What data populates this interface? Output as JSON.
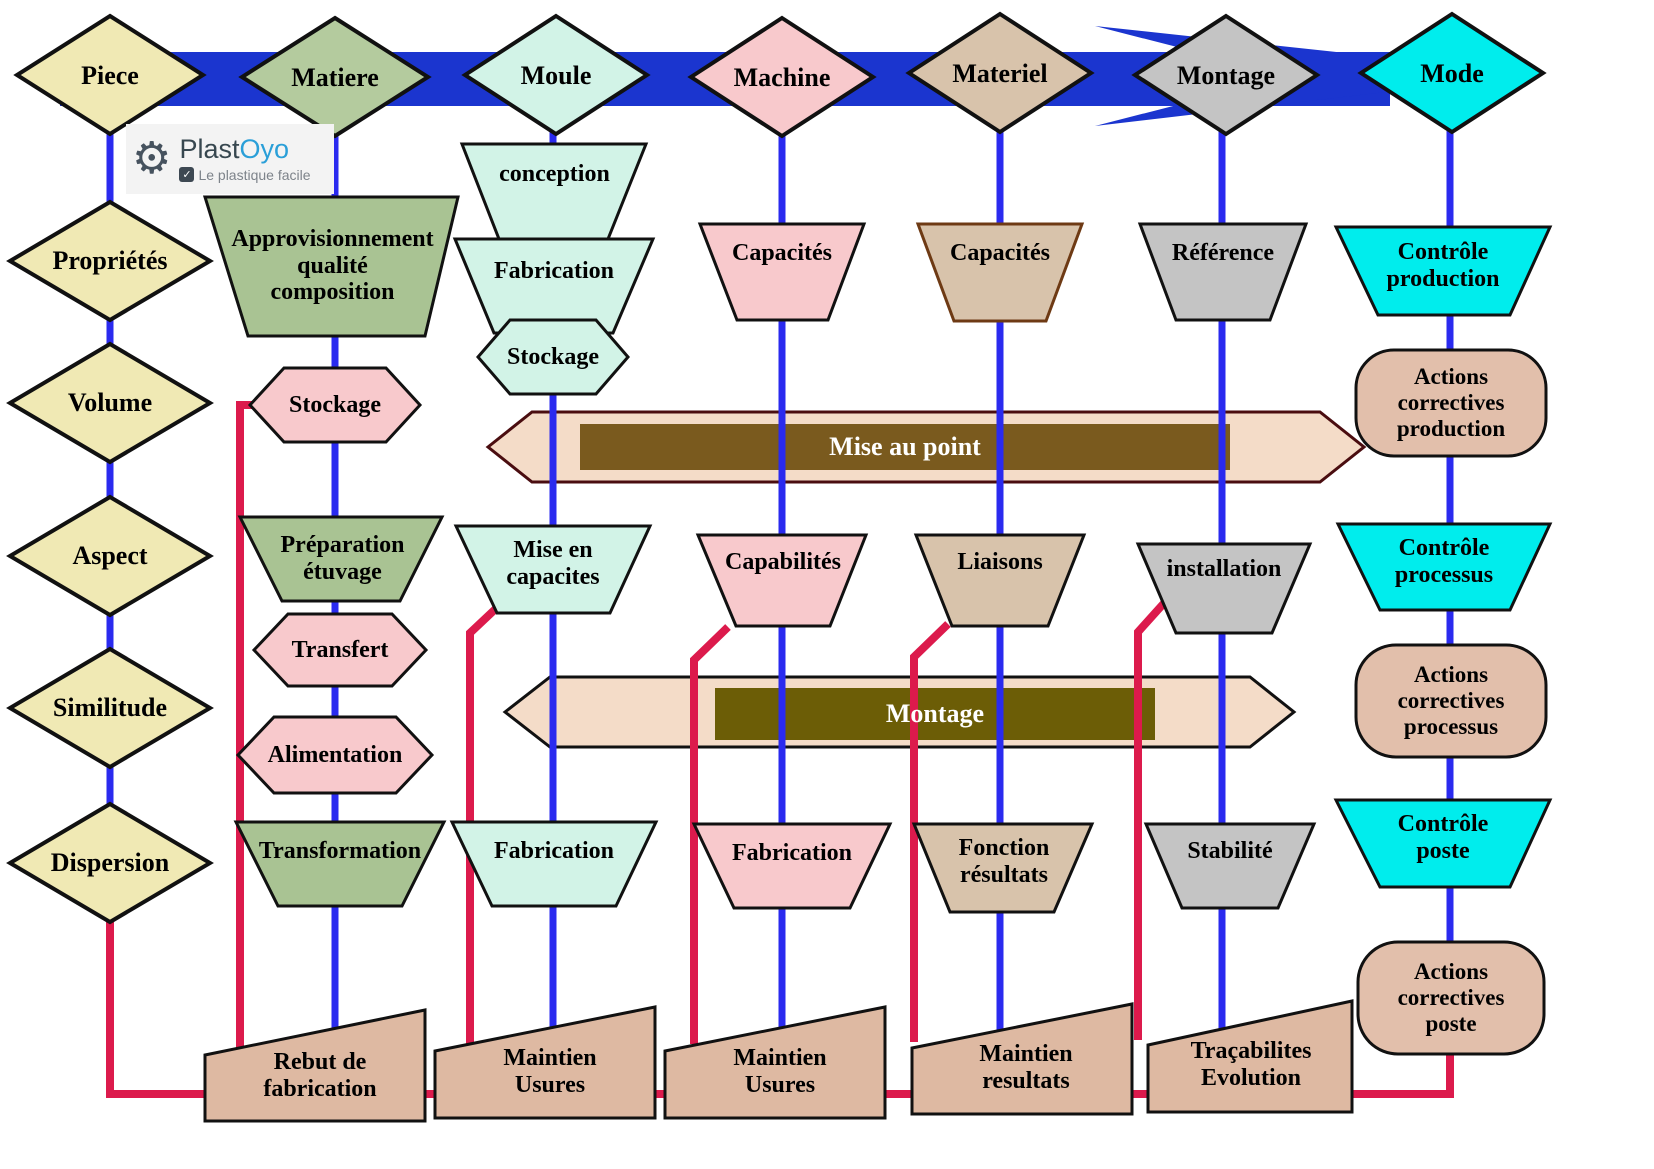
{
  "palette": {
    "arrow_blue": "#1b35cf",
    "line_blue": "#2a2aef",
    "line_red": "#dc1a4c",
    "diamond_yellow": "#f0e9b4",
    "green": "#a9c393",
    "mint": "#d2f3e7",
    "pink": "#f8c9cc",
    "tan": "#d8c3ab",
    "gray": "#c4c4c4",
    "cyan": "#00eded",
    "wedge_tan": "#deb9a2",
    "banner_fill": "#f4dcc8",
    "banner_mise_inner": "#7a5a1e",
    "banner_montage_inner": "#6c5d06"
  },
  "logo": {
    "brand_primary": "Plast",
    "brand_accent": "Oyo",
    "tagline": "Le plastique facile",
    "gear_glyph": "⚙",
    "check_glyph": "✓"
  },
  "diamonds": {
    "piece": "Piece",
    "matiere": "Matiere",
    "moule": "Moule",
    "machine": "Machine",
    "materiel": "Materiel",
    "montage": "Montage",
    "mode": "Mode",
    "proprietes": "Propriétés",
    "volume": "Volume",
    "aspect": "Aspect",
    "similitude": "Similitude",
    "dispersion": "Dispersion"
  },
  "banners": {
    "mise_au_point": "Mise au point",
    "montage": "Montage"
  },
  "nodes": {
    "approvisionnement": "Approvisionnement\nqualité\ncomposition",
    "stockage_matiere": "Stockage",
    "preparation_etuvage": "Préparation\nétuvage",
    "transfert": "Transfert",
    "alimentation": "Alimentation",
    "transformation": "Transformation",
    "conception": "conception",
    "fabrication_moule": "Fabrication",
    "stockage_moule": "Stockage",
    "mise_en_capacites": "Mise en\ncapacites",
    "fabrication_moule2": "Fabrication",
    "capacites_machine": "Capacités",
    "capabilites": "Capabilités",
    "fabrication_machine": "Fabrication",
    "capacites_materiel": "Capacités",
    "liaisons": "Liaisons",
    "fonction_resultats": "Fonction\nrésultats",
    "reference": "Référence",
    "installation": "installation",
    "stabilite": "Stabilité",
    "controle_production": "Contrôle\nproduction",
    "actions_correctives_production": "Actions\ncorrectives\nproduction",
    "controle_processus": "Contrôle\nprocessus",
    "actions_correctives_processus": "Actions\ncorrectives\nprocessus",
    "controle_poste": "Contrôle\nposte",
    "actions_correctives_poste": "Actions\ncorrectives\nposte",
    "rebut_fabrication": "Rebut de\nfabrication",
    "maintien_usures_moule": "Maintien\nUsures",
    "maintien_usures_machine": "Maintien\nUsures",
    "maintien_resultats": "Maintien\nresultats",
    "tracabilites_evolution": "Traçabilites\nEvolution"
  }
}
